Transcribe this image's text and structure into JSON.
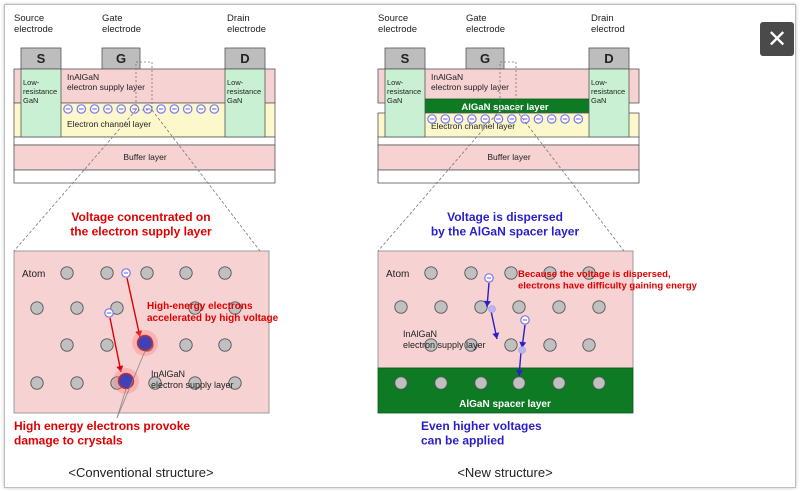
{
  "close_label": "✕",
  "colors": {
    "electron_supply": "#f7d2d2",
    "channel": "#fdf8cc",
    "buffer": "#f7d2d2",
    "gan_contact": "#c9f0d2",
    "electrode": "#bdbdbd",
    "spacer": "#0e7a24",
    "red_text": "#e00000",
    "blue_text": "#2a1ec9",
    "electron": "#7a78e6",
    "atom": "#c0c0c0"
  },
  "conventional": {
    "source_label": "Source\nelectrode",
    "gate_label": "Gate\nelectrode",
    "drain_label": "Drain\nelectrode",
    "s": "S",
    "g": "G",
    "d": "D",
    "left_gan": "Low-\nresistance\nGaN",
    "right_gan": "Low-\nresistance\nGaN",
    "supply_layer": "InAlGaN\nelectron supply layer",
    "channel_layer": "Electron channel layer",
    "buffer_layer": "Buffer layer",
    "voltage_note": "Voltage concentrated on\nthe electron supply layer",
    "atom_label": "Atom",
    "high_energy_note": "High-energy electrons\naccelerated by high voltage",
    "supply_zoom_label": "InAlGaN\nelectron supply layer",
    "damage_note": "High energy electrons provoke\ndamage to crystals",
    "caption": "<Conventional structure>"
  },
  "new_structure": {
    "source_label": "Source\nelectrode",
    "gate_label": "Gate\nelectrode",
    "drain_label": "Drain\nelectrod",
    "s": "S",
    "g": "G",
    "d": "D",
    "left_gan": "Low-\nresistance\nGaN",
    "right_gan": "Low-\nresistance\nGaN",
    "supply_layer": "InAlGaN\nelectron supply layer",
    "spacer_layer": "AlGaN spacer layer",
    "channel_layer": "Electron channel layer",
    "buffer_layer": "Buffer layer",
    "voltage_note": "Voltage is dispersed\nby the AlGaN spacer layer",
    "atom_label": "Atom",
    "dispersed_note": "Because the voltage is dispersed,\nelectrons have difficulty gaining energy",
    "supply_zoom_label": "InAlGaN\nelectron supply layer",
    "spacer_zoom_label": "AlGaN spacer layer",
    "higher_voltage_note": "Even higher voltages\ncan be applied",
    "caption": "<New structure>"
  }
}
